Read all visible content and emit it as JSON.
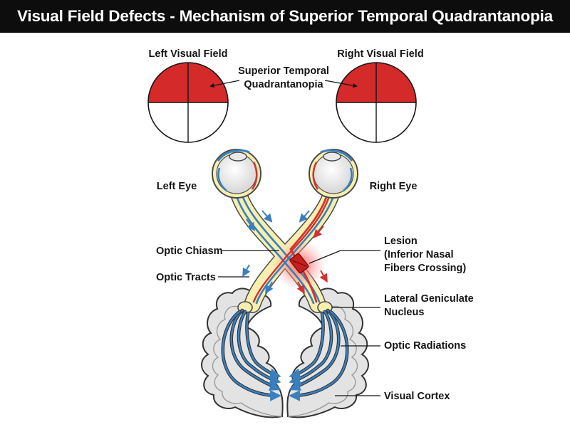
{
  "title": "Visual Field Defects - Mechanism of Superior Temporal Quadrantanopia",
  "visual_fields": {
    "left": {
      "label": "Left Visual Field"
    },
    "right": {
      "label": "Right Visual Field"
    },
    "defect_label_line1": "Superior Temporal",
    "defect_label_line2": "Quadrantanopia"
  },
  "eyes": {
    "left_label": "Left Eye",
    "right_label": "Right Eye"
  },
  "structures": {
    "optic_chiasm": "Optic Chiasm",
    "optic_tracts": "Optic Tracts",
    "lesion_line1": "Lesion",
    "lesion_line2": "(Inferior Nasal",
    "lesion_line3": "Fibers Crossing)",
    "lgn_line1": "Lateral Geniculate",
    "lgn_line2": "Nucleus",
    "optic_radiations": "Optic Radiations",
    "visual_cortex": "Visual Cortex"
  },
  "colors": {
    "defect_fill": "#d42a2a",
    "normal_fiber": "#3a7fbd",
    "lesion_fiber": "#d23232",
    "nerve_sheath": "#f6efb0",
    "brain_fill": "#e3e3e3",
    "title_bar": "#0d0d0d"
  }
}
